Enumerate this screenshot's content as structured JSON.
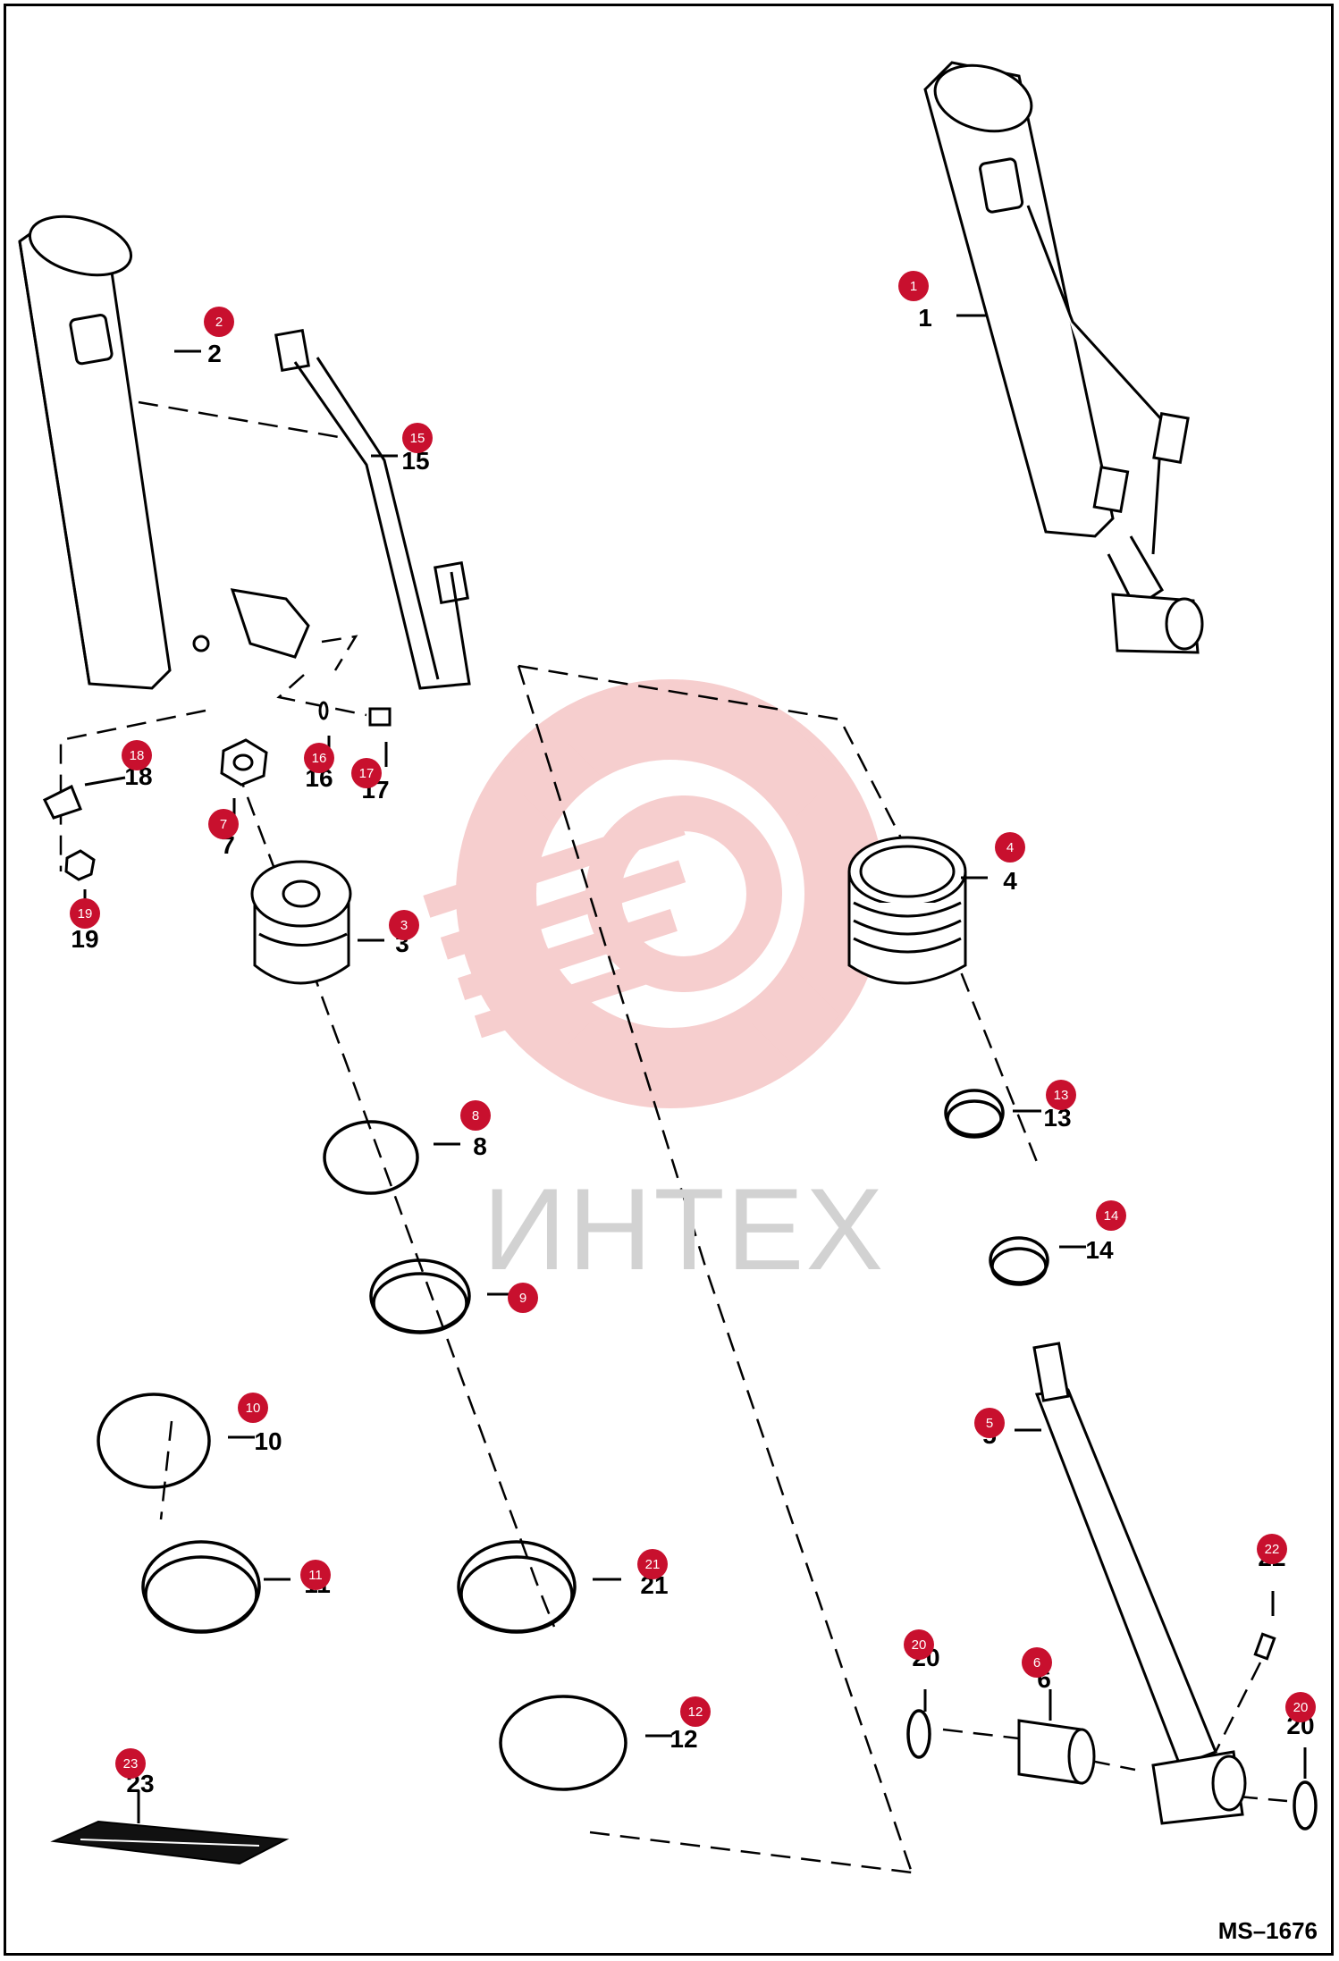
{
  "drawing_number": "MS–1676",
  "watermark": {
    "text": "ИНТЕХ",
    "color": "#d2d2d2",
    "logo_color": "#f6c9c9",
    "icon": "gear-wrench-logo"
  },
  "badge_color": "#c8102e",
  "callouts": [
    {
      "id": "1",
      "badge": "1",
      "label": "1"
    },
    {
      "id": "2",
      "badge": "2",
      "label": "2"
    },
    {
      "id": "3",
      "badge": "3",
      "label": "3"
    },
    {
      "id": "4",
      "badge": "4",
      "label": "4"
    },
    {
      "id": "5",
      "badge": "5",
      "label": "5"
    },
    {
      "id": "6",
      "badge": "6",
      "label": "6"
    },
    {
      "id": "7",
      "badge": "7",
      "label": "7"
    },
    {
      "id": "8",
      "badge": "8",
      "label": "8"
    },
    {
      "id": "9",
      "badge": "9",
      "label": "9"
    },
    {
      "id": "10",
      "badge": "10",
      "label": "10"
    },
    {
      "id": "11",
      "badge": "11",
      "label": "11"
    },
    {
      "id": "12",
      "badge": "12",
      "label": "12"
    },
    {
      "id": "13",
      "badge": "13",
      "label": "13"
    },
    {
      "id": "14",
      "badge": "14",
      "label": "14"
    },
    {
      "id": "15",
      "badge": "15",
      "label": "15"
    },
    {
      "id": "16",
      "badge": "16",
      "label": "16"
    },
    {
      "id": "17",
      "badge": "17",
      "label": "17"
    },
    {
      "id": "18",
      "badge": "18",
      "label": "18"
    },
    {
      "id": "19",
      "badge": "19",
      "label": "19"
    },
    {
      "id": "20a",
      "badge": "20",
      "label": "20"
    },
    {
      "id": "20b",
      "badge": "20",
      "label": "20"
    },
    {
      "id": "21",
      "badge": "21",
      "label": "21"
    },
    {
      "id": "22",
      "badge": "22",
      "label": "22"
    },
    {
      "id": "23",
      "badge": "23",
      "label": "23"
    }
  ]
}
